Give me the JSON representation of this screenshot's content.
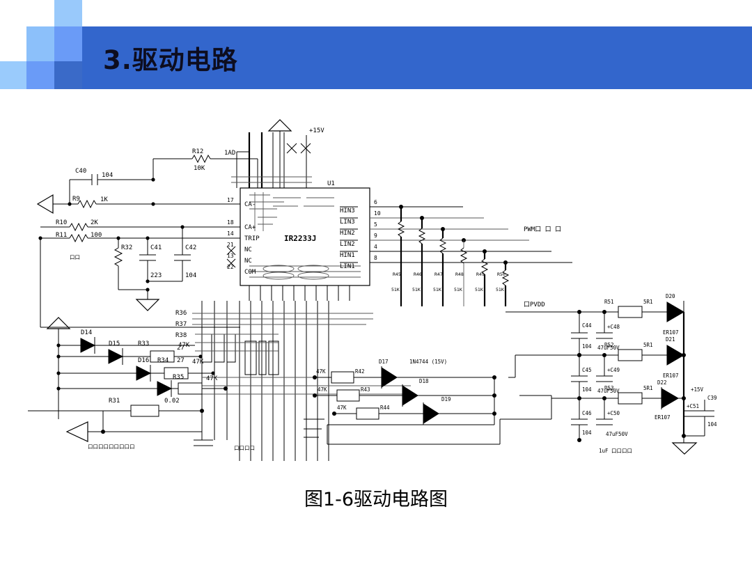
{
  "slide": {
    "title": "3.驱动电路",
    "caption": "图1-6驱动电路图",
    "accent_dark": "#3366cc",
    "accent_mid": "#6a9bf7",
    "accent_light": "#99c9fb",
    "background": "#ffffff",
    "title_color": "#0d0d1f"
  },
  "figure": {
    "title": "图1-6驱动电路图",
    "ic": {
      "designator": "U1",
      "part_number": "IR2233J",
      "left_pins": [
        {
          "number": "17",
          "name": "CA-"
        },
        {
          "number": "18",
          "name": "CA+"
        },
        {
          "number": "14",
          "name": "TRIP"
        },
        {
          "number": "21",
          "name": "NC"
        },
        {
          "number": "13",
          "name": "NC"
        },
        {
          "number": "22",
          "name": "COM"
        }
      ],
      "right_pins": [
        {
          "number": "6",
          "name": "HIN3"
        },
        {
          "number": "10",
          "name": "LIN3"
        },
        {
          "number": "5",
          "name": "HIN2"
        },
        {
          "number": "9",
          "name": "LIN2"
        },
        {
          "number": "4",
          "name": "HIN1"
        },
        {
          "number": "8",
          "name": "LIN1"
        }
      ]
    },
    "power_rails": [
      {
        "label": "+15V",
        "position": "top"
      },
      {
        "label": "+15V",
        "position": "bottom-right"
      }
    ],
    "net_labels": [
      {
        "name": "1AD"
      },
      {
        "name": "PWM口口口"
      },
      {
        "name": "口PVDD"
      },
      {
        "name": "1uF 口口口口"
      },
      {
        "name": "口口口口口口口口口"
      },
      {
        "name": "口口"
      },
      {
        "name": "口口口口"
      }
    ],
    "components": [
      {
        "ref": "C40",
        "value": "104",
        "type": "capacitor"
      },
      {
        "ref": "R9",
        "value": "1K",
        "type": "resistor"
      },
      {
        "ref": "R12",
        "value": "10K",
        "type": "resistor"
      },
      {
        "ref": "R10",
        "value": "2K",
        "type": "resistor"
      },
      {
        "ref": "R11",
        "value": "100",
        "type": "resistor"
      },
      {
        "ref": "R32",
        "value": "",
        "type": "resistor"
      },
      {
        "ref": "C41",
        "value": "223",
        "type": "capacitor"
      },
      {
        "ref": "C42",
        "value": "104",
        "type": "capacitor"
      },
      {
        "ref": "R45",
        "value": "51K",
        "type": "resistor"
      },
      {
        "ref": "R46",
        "value": "51K",
        "type": "resistor"
      },
      {
        "ref": "R47",
        "value": "51K",
        "type": "resistor"
      },
      {
        "ref": "R48",
        "value": "51K",
        "type": "resistor"
      },
      {
        "ref": "R49",
        "value": "51K",
        "type": "resistor"
      },
      {
        "ref": "R50",
        "value": "51K",
        "type": "resistor"
      },
      {
        "ref": "R36",
        "value": "27",
        "type": "resistor"
      },
      {
        "ref": "R37",
        "value": "27",
        "type": "resistor"
      },
      {
        "ref": "R38",
        "value": "27",
        "type": "resistor"
      },
      {
        "ref": "D14",
        "value": "",
        "type": "diode"
      },
      {
        "ref": "D15",
        "value": "",
        "type": "diode"
      },
      {
        "ref": "D16",
        "value": "",
        "type": "diode"
      },
      {
        "ref": "R33",
        "value": "47K",
        "type": "resistor"
      },
      {
        "ref": "R34",
        "value": "47K",
        "type": "resistor"
      },
      {
        "ref": "R35",
        "value": "47K",
        "type": "resistor"
      },
      {
        "ref": "R31",
        "value": "0.02",
        "type": "resistor"
      },
      {
        "ref": "R42",
        "value": "47K",
        "type": "resistor"
      },
      {
        "ref": "R43",
        "value": "47K",
        "type": "resistor"
      },
      {
        "ref": "R44",
        "value": "47K",
        "type": "resistor"
      },
      {
        "ref": "D17",
        "value": "1N4744 (15V)",
        "type": "zener"
      },
      {
        "ref": "D18",
        "value": "",
        "type": "zener"
      },
      {
        "ref": "D19",
        "value": "",
        "type": "zener"
      },
      {
        "ref": "R51",
        "value": "5R1",
        "type": "resistor"
      },
      {
        "ref": "R52",
        "value": "5R1",
        "type": "resistor"
      },
      {
        "ref": "R53",
        "value": "5R1",
        "type": "resistor"
      },
      {
        "ref": "C44",
        "value": "104",
        "type": "capacitor"
      },
      {
        "ref": "C45",
        "value": "104",
        "type": "capacitor"
      },
      {
        "ref": "C46",
        "value": "104",
        "type": "capacitor"
      },
      {
        "ref": "C48",
        "value": "47uF50V",
        "type": "capacitor"
      },
      {
        "ref": "C49",
        "value": "47uF50V",
        "type": "capacitor"
      },
      {
        "ref": "C50",
        "value": "47uF50V",
        "type": "capacitor"
      },
      {
        "ref": "C51",
        "value": "",
        "type": "capacitor"
      },
      {
        "ref": "C39",
        "value": "104",
        "type": "capacitor"
      },
      {
        "ref": "D20",
        "value": "ER107",
        "type": "diode"
      },
      {
        "ref": "D21",
        "value": "ER107",
        "type": "diode"
      },
      {
        "ref": "D22",
        "value": "ER107",
        "type": "diode"
      }
    ],
    "text": {
      "t_C40": "C40",
      "v_C40": "104",
      "t_R9": "R9",
      "v_R9": "1K",
      "t_R12": "R12",
      "v_R12": "10K",
      "t_1AD": "1AD",
      "t_R10": "R10",
      "v_R10": "2K",
      "t_R11": "R11",
      "v_R11": "100",
      "t_R32": "R32",
      "t_C41": "C41",
      "v_C41": "223",
      "t_C42": "C42",
      "v_C42": "104",
      "t_U1": "U1",
      "t_IC": "IR2233J",
      "t_15v_top": "+15V",
      "t_pwm": "PWM口 口 口",
      "t_R45": "R45",
      "t_R46": "R46",
      "t_R47": "R47",
      "t_R48": "R48",
      "t_R49": "R49",
      "t_R50": "R50",
      "v_51k_a": "51K",
      "v_51k_b": "51K",
      "v_51k_c": "51K",
      "v_51k_d": "51K",
      "v_51k_e": "51K",
      "v_51k_f": "51K",
      "t_R36": "R36",
      "t_R37": "R37",
      "t_R38": "R38",
      "v_27a": "27",
      "v_27b": "27",
      "v_27c": "27",
      "t_D14": "D14",
      "t_D15": "D15",
      "t_D16": "D16",
      "t_R33": "R33",
      "v_R33": "47K",
      "t_R34": "R34",
      "v_R34": "47K",
      "t_R35": "R35",
      "v_R35": "47K",
      "t_R31": "R31",
      "v_R31": "0.02",
      "t_bottom_boxes": "口口口口口口口口口",
      "t_R42": "R42",
      "v_R42": "47K",
      "t_R43": "R43",
      "v_R43": "47K",
      "t_R44": "R44",
      "v_R44": "47K",
      "t_D17": "D17",
      "v_D17": "1N4744 (15V)",
      "t_D18": "D18",
      "t_D19": "D19",
      "t_pvdd": "口PVDD",
      "t_R51": "R51",
      "v_R51": "5R1",
      "t_R52": "R52",
      "v_R52": "5R1",
      "t_R53": "R53",
      "v_R53": "5R1",
      "t_C44": "C44",
      "v_C44": "104",
      "t_C45": "C45",
      "v_C45": "104",
      "t_C46": "C46",
      "v_C46": "104",
      "t_C48": "+C48",
      "v_C48": "47uF50V",
      "t_C49": "+C49",
      "v_C49": "47uF50V",
      "t_C50": "+C50",
      "v_C50": "47uF50V",
      "t_C51": "+C51",
      "t_C39": "C39",
      "v_C39": "104",
      "t_D20": "D20",
      "v_D20": "ER107",
      "t_D21": "D21",
      "v_D21": "ER107",
      "t_D22": "D22",
      "v_D22": "ER107",
      "t_15v_br": "+15V",
      "t_1uf": "1uF 口口口口",
      "t_misc_left": "口口",
      "t_misc_bottom": "口口口口"
    }
  }
}
